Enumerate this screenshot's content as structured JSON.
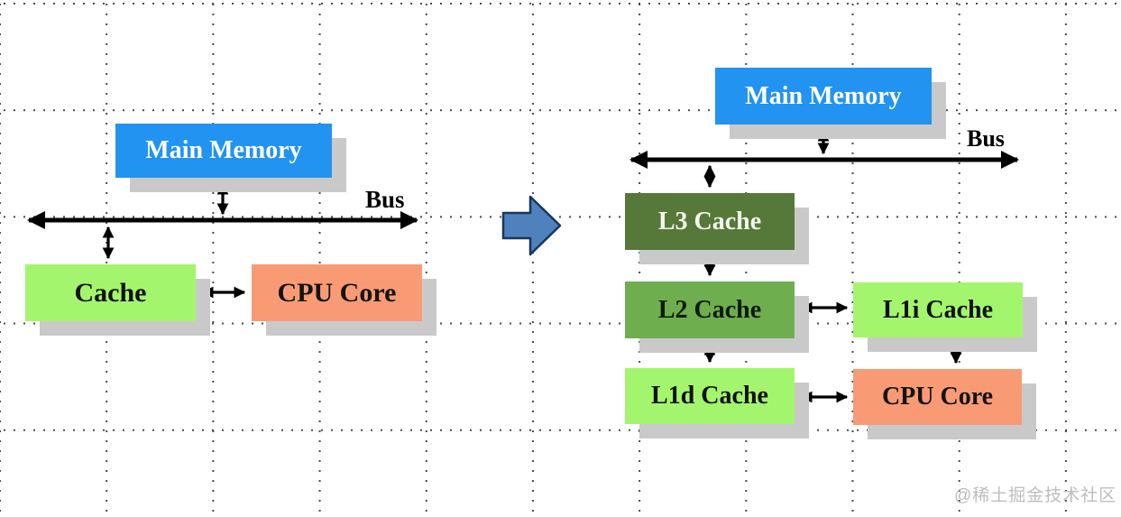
{
  "left_diagram": {
    "main_memory_label": "Main Memory",
    "bus_label": "Bus",
    "cache_label": "Cache",
    "cpu_core_label": "CPU Core"
  },
  "right_diagram": {
    "main_memory_label": "Main Memory",
    "bus_label": "Bus",
    "l3_cache_label": "L3 Cache",
    "l2_cache_label": "L2 Cache",
    "l1d_cache_label": "L1d Cache",
    "l1i_cache_label": "L1i Cache",
    "cpu_core_label": "CPU Core"
  },
  "watermark": "@稀土掘金技术社区",
  "colors": {
    "main_memory_blue": "#2293f0",
    "cache_light_green": "#a4f56e",
    "l2_medium_green": "#6fae4f",
    "l3_dark_green": "#567839",
    "cpu_core_salmon": "#f89b74",
    "box_shadow_gray": "#c9c9c9",
    "transform_arrow_fill": "#4f81bd",
    "transform_arrow_stroke": "#17375d",
    "connector_black": "#000000"
  },
  "icons": {
    "transform_arrow": "block-arrow-right"
  }
}
